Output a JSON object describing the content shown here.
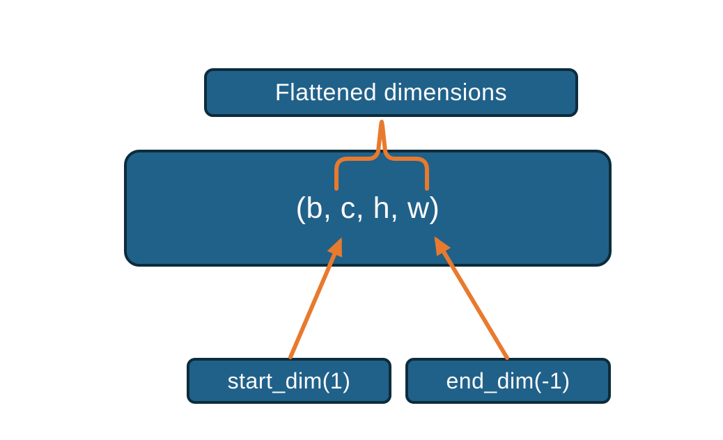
{
  "diagram": {
    "flattened_label": "Flattened dimensions",
    "tensor_shape": "(b, c, h, w)",
    "start_dim_label": "start_dim(1)",
    "end_dim_label": "end_dim(-1)"
  },
  "colors": {
    "background": "#FFFFFF",
    "box_fill": "#20618A",
    "box_border": "#0D2C3B",
    "box_text": "#FBFBFB",
    "accent_orange": "#E87A2E"
  }
}
